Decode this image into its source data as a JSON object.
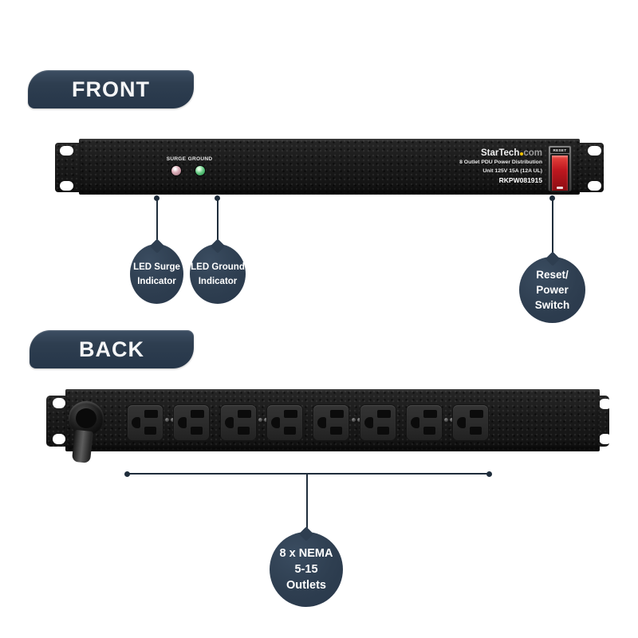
{
  "colors": {
    "navy": "#2e3e50",
    "callout_line": "#1f2d3b",
    "panel_black": "#1b1b1b",
    "switch_red": "#c01820",
    "led_surge": "#dcb0ba",
    "led_ground": "#5fc57d",
    "brand_dot_yellow": "#f4c400"
  },
  "front": {
    "section_label": "FRONT",
    "panel": {
      "surge_label": "SURGE",
      "ground_label": "GROUND",
      "brand_name": "StarTech",
      "brand_tld": "com",
      "desc_line1": "8 Outlet PDU Power Distribution",
      "desc_line2": "Unit 125V 15A (12A UL)",
      "model_number": "RKPW081915",
      "switch_label": "RESET"
    },
    "callouts": {
      "surge": {
        "line1": "LED Surge",
        "line2": "Indicator"
      },
      "ground": {
        "line1": "LED Ground",
        "line2": "Indicator"
      },
      "reset": {
        "line1": "Reset/",
        "line2": "Power",
        "line3": "Switch"
      }
    }
  },
  "back": {
    "section_label": "BACK",
    "outlet_count": 8,
    "callouts": {
      "outlets": {
        "line1": "8 x NEMA",
        "line2": "5-15",
        "line3": "Outlets"
      }
    }
  }
}
